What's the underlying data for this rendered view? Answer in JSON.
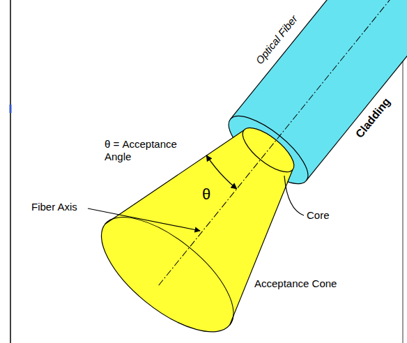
{
  "diagram": {
    "labels": [
      "Optical Fiber",
      "Cladding",
      "θ = Acceptance Angle",
      "θ",
      "Fiber Axis",
      "Core",
      "Acceptance Cone"
    ]
  }
}
